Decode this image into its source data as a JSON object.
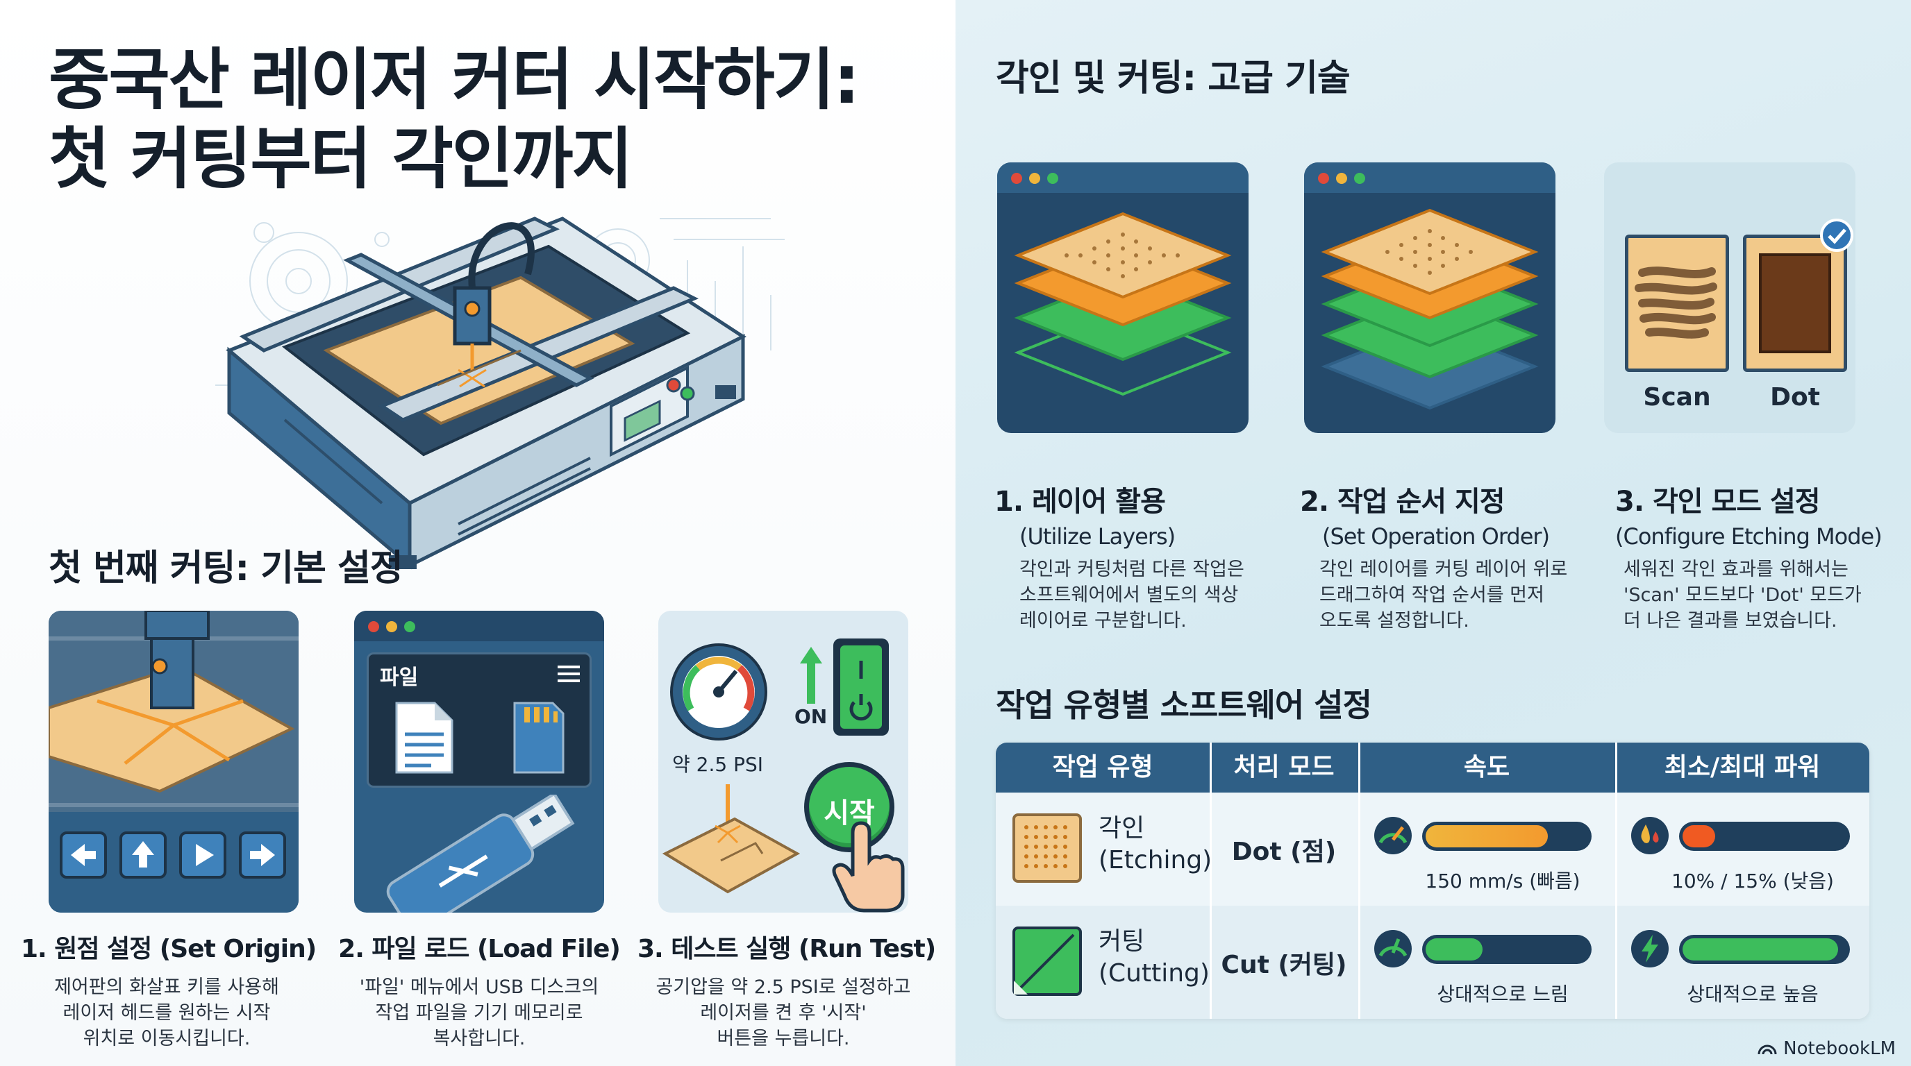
{
  "title": {
    "line1": "중국산 레이저 커터 시작하기:",
    "line2": "첫 커팅부터 각인까지"
  },
  "first_cut": {
    "heading": "첫 번째 커팅: 기본 설정",
    "steps": [
      {
        "title": "1. 원점 설정 (Set Origin)",
        "body": "제어판의 화살표 키를 사용해\n레이저 헤드를 원하는 시작\n위치로 이동시킵니다.",
        "icons": [
          "arrow-left-icon",
          "arrow-up-icon",
          "play-icon",
          "arrow-right-icon"
        ]
      },
      {
        "title": "2. 파일 로드 (Load File)",
        "body": "'파일' 메뉴에서 USB 디스크의\n작업 파일을 기기 메모리로\n복사합니다.",
        "menu_label": "파일"
      },
      {
        "title": "3. 테스트 실행 (Run Test)",
        "body": "공기압을 약 2.5 PSI로 설정하고\n레이저를 켠 후 '시작'\n버튼을 누릅니다.",
        "gauge_label": "약 2.5 PSI",
        "switch_label": "ON",
        "start_label": "시작"
      }
    ]
  },
  "advanced": {
    "heading": "각인 및 커팅: 고급 기술",
    "items": [
      {
        "title": "1. 레이어 활용",
        "subtitle": "(Utilize Layers)",
        "body": "각인과 커팅처럼 다른 작업은\n소프트웨어에서 별도의 색상\n레이어로 구분합니다."
      },
      {
        "title": "2. 작업 순서 지정",
        "subtitle": "(Set Operation Order)",
        "body": "각인 레이어를 커팅 레이어 위로\n드래그하여 작업 순서를 먼저\n오도록 설정합니다."
      },
      {
        "title": "3. 각인 모드 설정",
        "subtitle": "(Configure Etching Mode)",
        "body": "세워진 각인 효과를 위해서는\n'Scan' 모드보다 'Dot' 모드가\n더 나은 결과를 보였습니다.",
        "mode_a": "Scan",
        "mode_b": "Dot"
      }
    ]
  },
  "settings_table": {
    "heading": "작업 유형별 소프트웨어 설정",
    "columns": [
      "작업 유형",
      "처리 모드",
      "속도",
      "최소/최대 파워"
    ],
    "rows": [
      {
        "type_ko": "각인",
        "type_en": "(Etching)",
        "mode": "Dot (점)",
        "speed_label": "150 mm/s (빠름)",
        "speed_level": 0.75,
        "power_label": "10% / 15% (낮음)",
        "power_level": 0.2
      },
      {
        "type_ko": "커팅",
        "type_en": "(Cutting)",
        "mode": "Cut (커팅)",
        "speed_label": "상대적으로 느림",
        "speed_level": 0.35,
        "power_label": "상대적으로 높음",
        "power_level": 0.95
      }
    ]
  },
  "colors": {
    "navy": "#2f5f86",
    "orange": "#f39a2e",
    "green": "#3dbd5c",
    "wood": "#f2c98a"
  },
  "brand": "NotebookLM"
}
